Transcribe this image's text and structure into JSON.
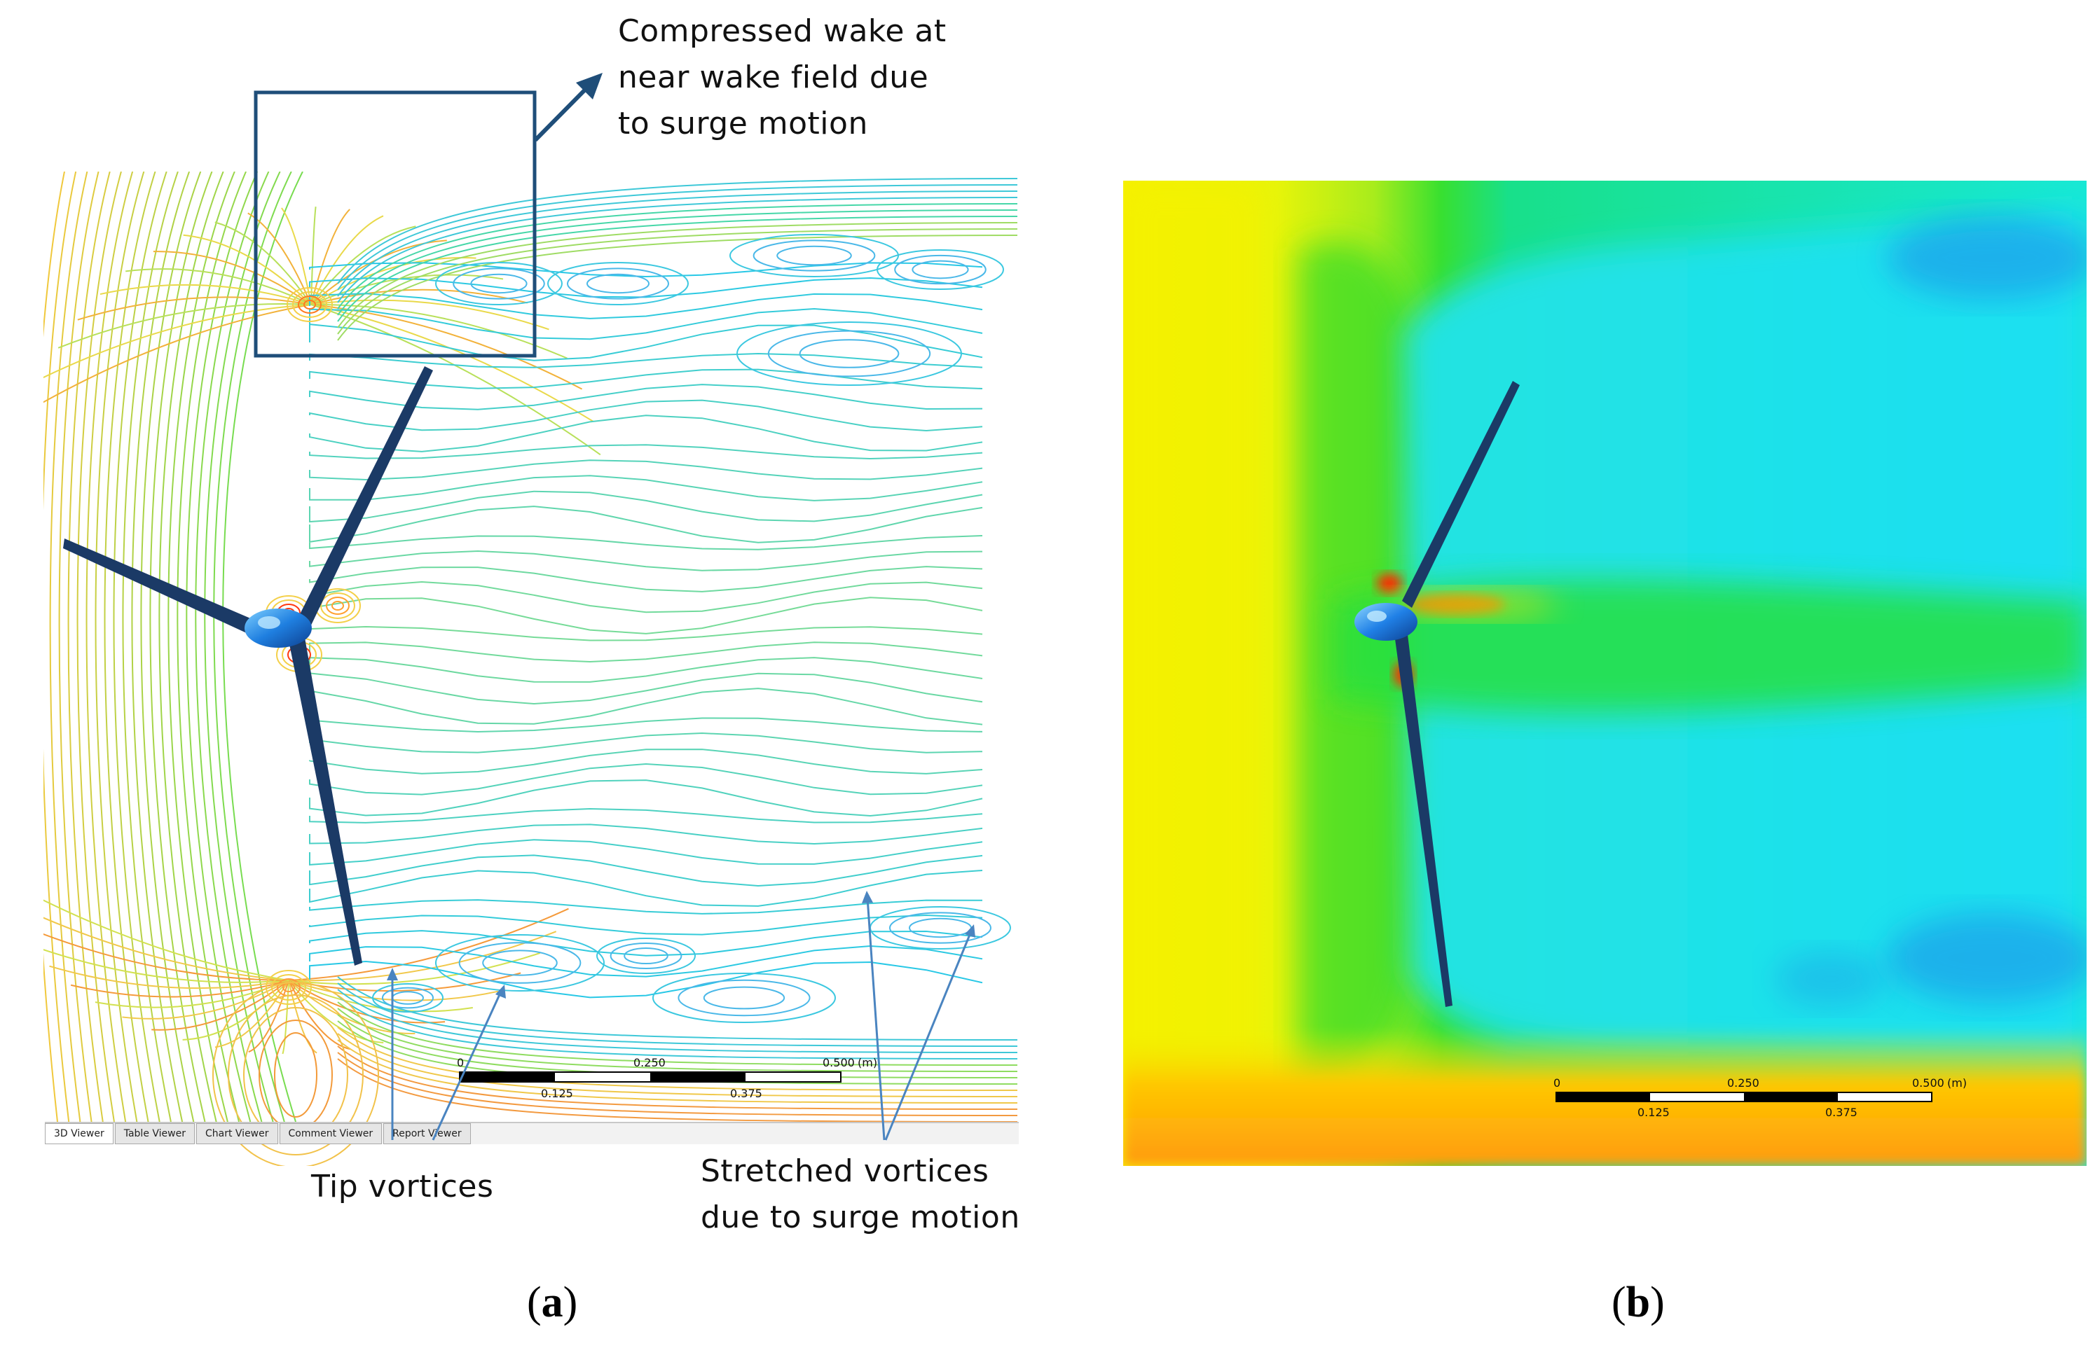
{
  "annotations": {
    "compressed_wake": [
      "Compressed wake at",
      "near wake field due",
      "to surge motion"
    ],
    "tip_vortices": "Tip vortices",
    "stretched_vortices": [
      "Stretched vortices",
      "due to surge motion"
    ]
  },
  "panel_labels": {
    "a": {
      "open": "(",
      "letter": "a",
      "close": ")"
    },
    "b": {
      "open": "(",
      "letter": "b",
      "close": ")"
    }
  },
  "viewer_tabs": [
    "3D Viewer",
    "Table Viewer",
    "Chart Viewer",
    "Comment Viewer",
    "Report Viewer"
  ],
  "active_tab": "3D Viewer",
  "scale_bar": {
    "top_labels": [
      "0",
      "0.250",
      "0.500"
    ],
    "unit": "(m)",
    "bottom_labels": [
      "0.125",
      "0.375"
    ]
  },
  "colors": {
    "callout_blue": "#1f4e79",
    "arrow_blue": "#4a84c0",
    "rotor_blue": "#1a5fb0",
    "blade_dark": "#1b3a66"
  }
}
